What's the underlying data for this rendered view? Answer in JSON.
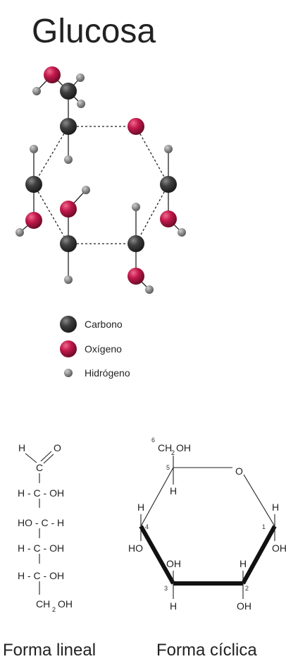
{
  "title": "Glucosa",
  "legend": {
    "carbon": "Carbono",
    "oxygen": "Oxígeno",
    "hydrogen": "Hidrógeno"
  },
  "colors": {
    "carbon": "#3a3a3a",
    "oxygen": "#c2184b",
    "hydrogen": "#8e8e8e"
  },
  "linear": {
    "h_top": "H",
    "o_top": "O",
    "c1": "C",
    "row2": "H - C - OH",
    "row3": "HO - C - H",
    "row4": "H - C - OH",
    "row5": "H - C - OH",
    "row6_ch": "CH",
    "row6_sub": "2",
    "row6_oh": "OH",
    "caption": "Forma lineal"
  },
  "cyclic": {
    "num6": "6",
    "ch2oh_ch": "CH",
    "ch2oh_sub": "2",
    "ch2oh_oh": "OH",
    "num5": "5",
    "ring_o": "O",
    "c5_h": "H",
    "c4_h": "H",
    "num4": "4",
    "c4_oh": "HO",
    "c1_h": "H",
    "num1": "1",
    "c1_oh": "OH",
    "c3_oh": "OH",
    "c2_h": "H",
    "num3": "3",
    "num2": "2",
    "c3_h": "H",
    "c2_oh": "OH",
    "caption": "Forma cíclica"
  }
}
